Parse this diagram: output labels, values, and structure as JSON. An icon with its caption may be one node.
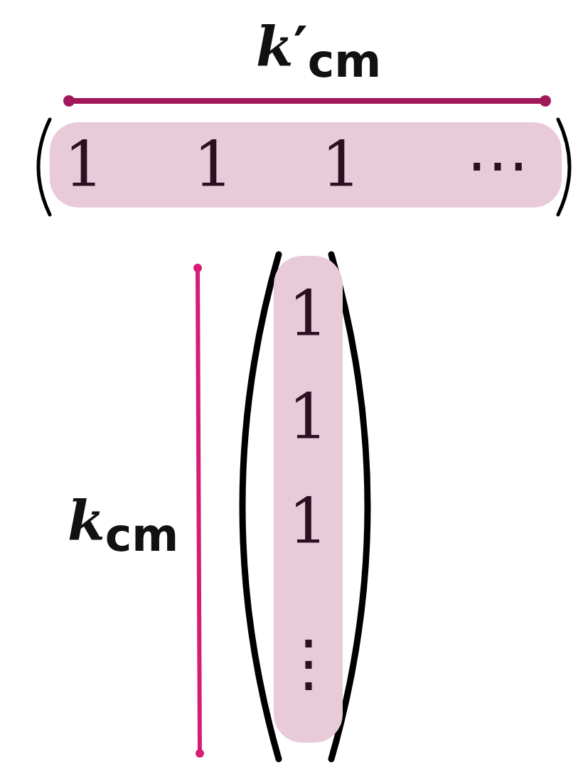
{
  "diagram": {
    "nodes": [
      {
        "text": [
          "1",
          "1",
          "1",
          "⋯"
        ]
      },
      {
        "text": [
          "1",
          "1",
          "1",
          "⋮"
        ]
      }
    ],
    "labels": [
      "*k*′$_{cm}$",
      "*k*$_{cm}$"
    ]
  }
}
